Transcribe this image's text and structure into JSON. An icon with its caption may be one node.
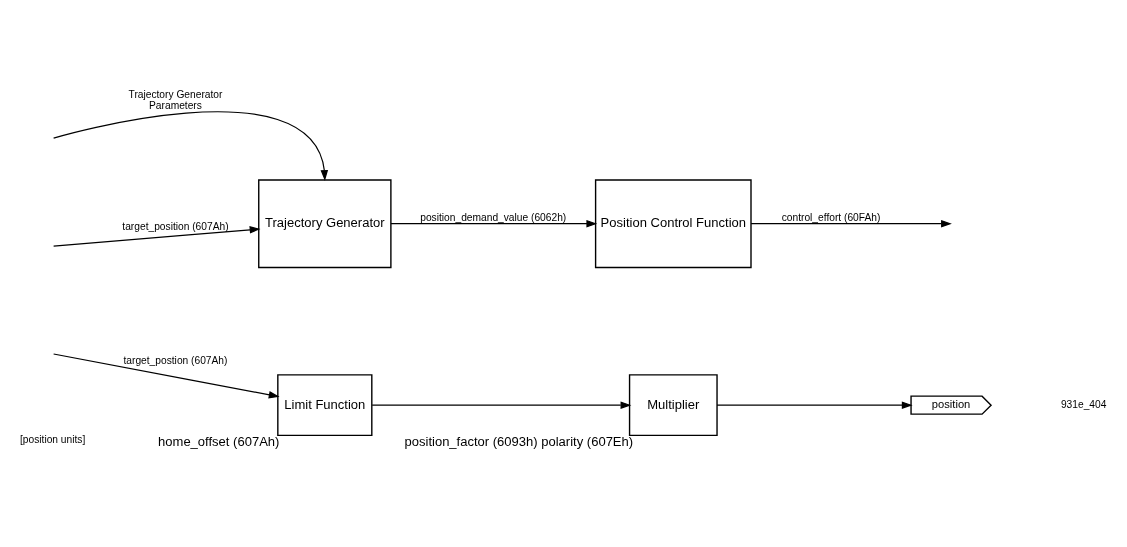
{
  "diagram": {
    "nodes": [
      {
        "text": [
          "Trajectory Generator"
        ]
      },
      {
        "text": [
          "Position Control Function"
        ]
      },
      {
        "text": [
          "Limit Function"
        ],
        "beside": [
          "home_offset (607Ah)"
        ]
      },
      {
        "text": [
          "Multiplier"
        ],
        "beside": [
          "position_factor (6093h) polarity (607Eh)"
        ]
      },
      {
        "text": [
          "position"
        ]
      }
    ],
    "edges": [
      {
        "from": null,
        "to": 0,
        "arrow": "to",
        "label": "Trajectory Generator Parameters"
      },
      {
        "from": null,
        "to": 0,
        "arrow": "to",
        "label": "target_position (607Ah)"
      },
      {
        "from": 0,
        "to": 1,
        "arrow": "to",
        "label": "position_demand_value (6062h)"
      },
      {
        "from": 1,
        "to": null,
        "arrow": "to",
        "label": "control_effort (60FAh)"
      },
      {
        "from": null,
        "to": 2,
        "arrow": "to",
        "label": "target_postion (607Ah)"
      },
      {
        "from": 2,
        "to": 3,
        "arrow": "to"
      },
      {
        "from": 3,
        "to": 4,
        "arrow": "to"
      }
    ],
    "labels": [
      "[position units]",
      "931e_404"
    ]
  }
}
